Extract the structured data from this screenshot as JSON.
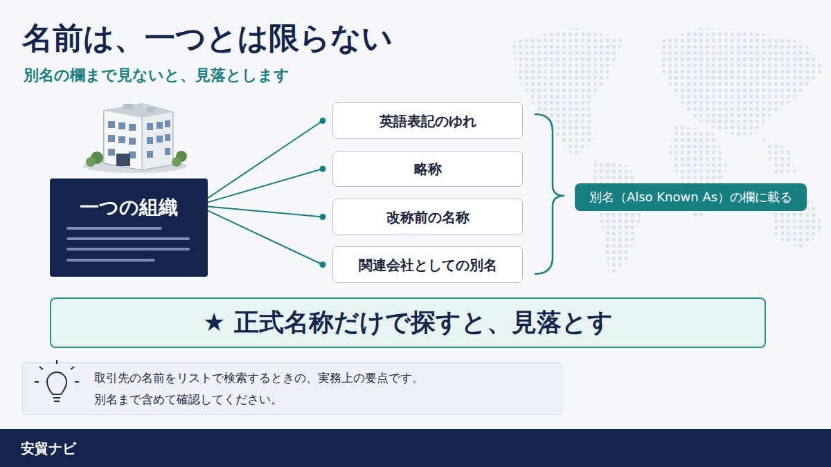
{
  "diagram": {
    "title": "名前は、一つとは限らない",
    "nodes": [
      {
        "text": [
          "一つの組織"
        ]
      },
      {
        "text": [
          "英語表記のゆれ"
        ]
      },
      {
        "text": [
          "略称"
        ]
      },
      {
        "text": [
          "改称前の名称"
        ]
      },
      {
        "text": [
          "関連会社としての別名"
        ]
      },
      {
        "text": [
          "別名（Also Known As）の欄に載る"
        ]
      },
      {
        "text": [
          "★ 正式名称だけで探すと、見落とす"
        ]
      },
      {
        "text": [
          "取引先の名前をリストで検索するときの、実務上の要点です。",
          "別名まで含めて確認してください。"
        ]
      },
      {
        "text": [
          "安貿ナビ"
        ]
      }
    ],
    "edges": [
      {
        "from": 0,
        "to": 1,
        "arrow": "none"
      },
      {
        "from": 0,
        "to": 2,
        "arrow": "none"
      },
      {
        "from": 0,
        "to": 3,
        "arrow": "none"
      },
      {
        "from": 0,
        "to": 4,
        "arrow": "none"
      }
    ],
    "labels": [
      "別名の欄まで見ないと、見落とします"
    ]
  }
}
